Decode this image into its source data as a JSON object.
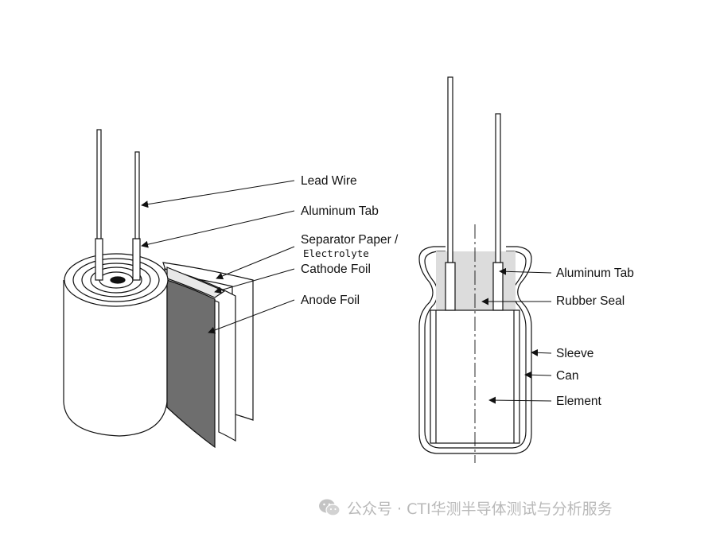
{
  "labels": {
    "lead_wire": "Lead Wire",
    "aluminum_tab_left": "Aluminum Tab",
    "separator_paper": "Separator Paper /",
    "electrolyte": "Electrolyte",
    "cathode_foil": "Cathode Foil",
    "anode_foil": "Anode Foil",
    "aluminum_tab_right": "Aluminum Tab",
    "rubber_seal": "Rubber Seal",
    "sleeve": "Sleeve",
    "can": "Can",
    "element": "Element"
  },
  "footer": {
    "text": "公众号 · CTI华测半导体测试与分析服务"
  },
  "colors": {
    "line": "#111111",
    "anode_fill": "#6e6e6e",
    "separator_fill": "#e8e8e8",
    "seal_fill": "#dcdcdc",
    "watermark": "#b9b9b9"
  }
}
